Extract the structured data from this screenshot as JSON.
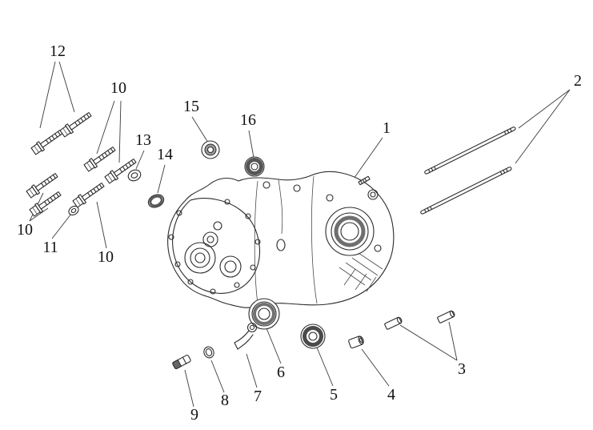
{
  "figure": {
    "background": "#ffffff",
    "line_color": "#2b2b2b",
    "label_color": "#111111",
    "shade_color": "#6e6e6e"
  },
  "callouts": {
    "p1": {
      "text": "1"
    },
    "p2": {
      "text": "2"
    },
    "p3": {
      "text": "3"
    },
    "p4": {
      "text": "4"
    },
    "p5": {
      "text": "5"
    },
    "p6": {
      "text": "6"
    },
    "p7": {
      "text": "7"
    },
    "p8": {
      "text": "8"
    },
    "p9": {
      "text": "9"
    },
    "p10a": {
      "text": "10"
    },
    "p10b": {
      "text": "10"
    },
    "p10c": {
      "text": "10"
    },
    "p11": {
      "text": "11"
    },
    "p12": {
      "text": "12"
    },
    "p13": {
      "text": "13"
    },
    "p14": {
      "text": "14"
    },
    "p15": {
      "text": "15"
    },
    "p16": {
      "text": "16"
    }
  }
}
